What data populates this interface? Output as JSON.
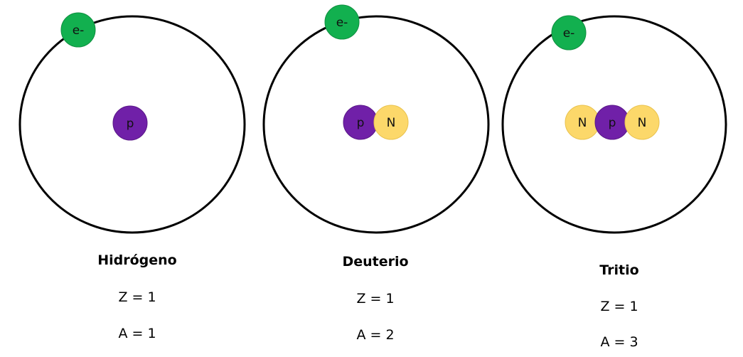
{
  "colors": {
    "electron": "#12b04f",
    "electron_stroke": "#0f8f40",
    "proton": "#7020a8",
    "proton_stroke": "#5a1888",
    "neutron": "#fcd86a",
    "neutron_stroke": "#e9c24e",
    "orbit": "#000000"
  },
  "atoms": [
    {
      "name": "Hidrógeno",
      "z": "Z = 1",
      "a": "A = 1",
      "electron_label": "e-",
      "nucleus": [
        {
          "kind": "proton",
          "label": "p"
        }
      ]
    },
    {
      "name": "Deuterio",
      "z": "Z = 1",
      "a": "A = 2",
      "electron_label": "e-",
      "nucleus": [
        {
          "kind": "proton",
          "label": "p"
        },
        {
          "kind": "neutron",
          "label": "N"
        }
      ]
    },
    {
      "name": "Tritio",
      "z": "Z = 1",
      "a": "A = 3",
      "electron_label": "e-",
      "nucleus": [
        {
          "kind": "neutron",
          "label": "N"
        },
        {
          "kind": "proton",
          "label": "p"
        },
        {
          "kind": "neutron",
          "label": "N"
        }
      ]
    }
  ]
}
